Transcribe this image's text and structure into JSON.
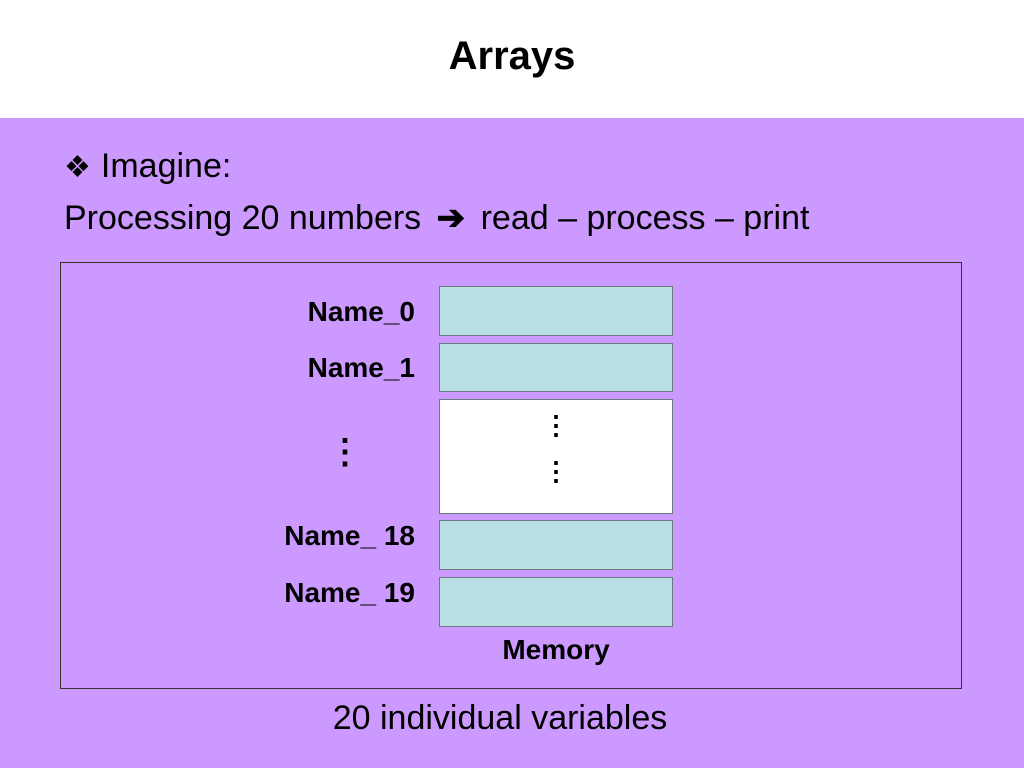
{
  "slide": {
    "title": "Arrays",
    "bullet_icon": "❖",
    "bullet_text": "Imagine:",
    "process_text_before": "Processing 20 numbers",
    "arrow_icon": "➔",
    "process_text_after": "read – process – print",
    "footer": "20 individual variables"
  },
  "diagram": {
    "labels": [
      "Name_0",
      "Name_1",
      "Name_ 18",
      "Name_ 19"
    ],
    "ellipsis": "⋮",
    "memory_label": "Memory"
  },
  "colors": {
    "background": "#cc99ff",
    "cell": "#b8e0e4"
  }
}
